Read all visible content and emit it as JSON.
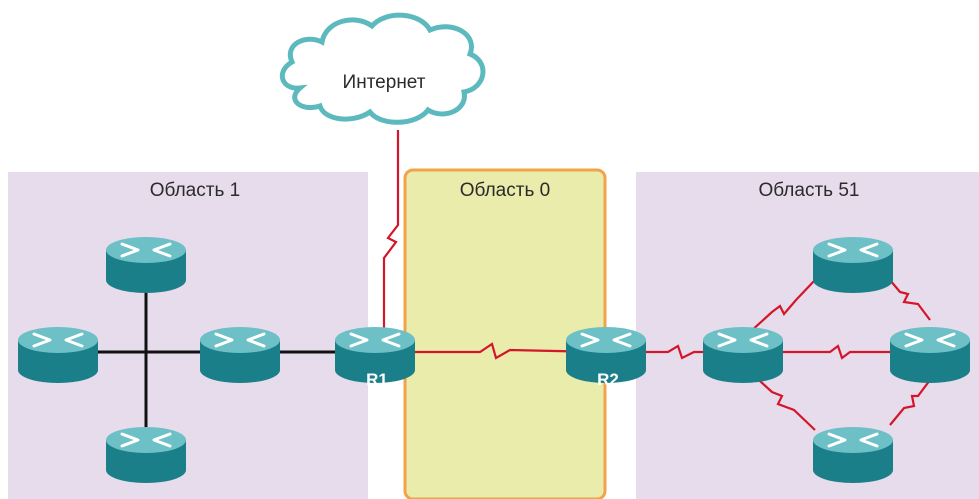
{
  "areas": {
    "area1": {
      "label": "Область 1"
    },
    "area0": {
      "label": "Область 0"
    },
    "area51": {
      "label": "Область 51"
    }
  },
  "cloud": {
    "label": "Интернет",
    "icon": "cloud-icon"
  },
  "routers": {
    "r1": {
      "label": "R1",
      "icon": "router-icon"
    },
    "r2": {
      "label": "R2",
      "icon": "router-icon"
    }
  },
  "colors": {
    "area_fill": "#e6dceb",
    "backbone_fill": "#e9ecab",
    "backbone_border": "#f0a24a",
    "router_body": "#1a8c95",
    "router_top": "#5fb6bd",
    "serial_link": "#d4162a",
    "ethernet_link": "#111111",
    "cloud_stroke": "#5cb9bd"
  }
}
